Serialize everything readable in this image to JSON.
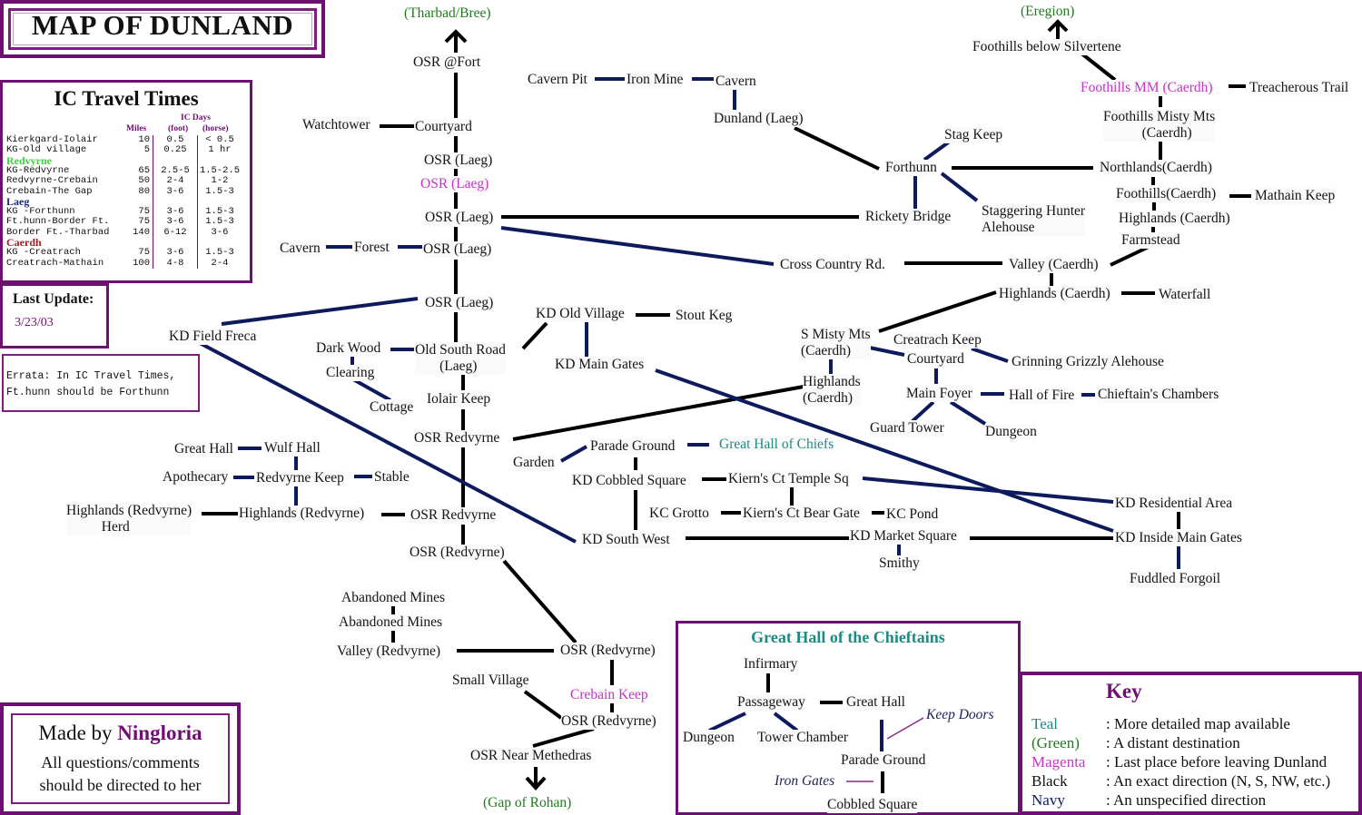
{
  "title": "MAP OF DUNLAND",
  "travel_times": {
    "heading": "IC Travel Times",
    "col_ic_days": "IC Days",
    "col_miles": "Miles",
    "col_foot": "(foot)",
    "col_horse": "(horse)",
    "rows": [
      {
        "route": "Kierkgard-Iolair",
        "miles": "10",
        "foot": "0.5",
        "horse": "< 0.5"
      },
      {
        "route": "KG-Old village",
        "miles": "5",
        "foot": "0.25",
        "horse": "1 hr"
      },
      {
        "section": "Redvyrne"
      },
      {
        "route": "KG-Redvyrne",
        "miles": "65",
        "foot": "2.5-5",
        "horse": "1.5-2.5"
      },
      {
        "route": "Redvyrne-Crebain",
        "miles": "50",
        "foot": "2-4",
        "horse": "1-2"
      },
      {
        "route": "Crebain-The Gap",
        "miles": "80",
        "foot": "3-6",
        "horse": "1.5-3"
      },
      {
        "section": "Laeg"
      },
      {
        "route": "KG -Forthunn",
        "miles": "75",
        "foot": "3-6",
        "horse": "1.5-3"
      },
      {
        "route": "Ft.hunn-Border Ft.",
        "miles": "75",
        "foot": "3-6",
        "horse": "1.5-3"
      },
      {
        "route": "Border Ft.-Tharbad",
        "miles": "140",
        "foot": "6-12",
        "horse": "3-6"
      },
      {
        "section": "Caerdh"
      },
      {
        "route": "KG -Creatrach",
        "miles": "75",
        "foot": "3-6",
        "horse": "1.5-3"
      },
      {
        "route": "Creatrach-Mathain",
        "miles": "100",
        "foot": "4-8",
        "horse": "2-4"
      }
    ]
  },
  "last_update": {
    "label": "Last Update:",
    "date": "3/23/03"
  },
  "errata": {
    "line1": "Errata: In IC Travel Times,",
    "line2": "Ft.hunn should be Forthunn"
  },
  "made_by": {
    "prefix": "Made by ",
    "author": "Ningloria",
    "line2": "All questions/comments",
    "line3": "should be directed to her"
  },
  "great_hall_inset": {
    "title": "Great Hall of the Chieftains",
    "nodes": {
      "infirmary": "Infirmary",
      "passageway": "Passageway",
      "great_hall": "Great Hall",
      "dungeon": "Dungeon",
      "tower_chamber": "Tower Chamber",
      "keep_doors": "Keep Doors",
      "parade_ground": "Parade Ground",
      "iron_gates": "Iron Gates",
      "cobbled_square": "Cobbled Square"
    }
  },
  "key": {
    "title": "Key",
    "entries": [
      {
        "term": "Teal",
        "desc": ": More detailed map available",
        "color": "#1f8a82"
      },
      {
        "term": "(Green)",
        "desc": ": A distant destination",
        "color": "#1f7a1f"
      },
      {
        "term": "Magenta",
        "desc": ": Last place before leaving Dunland",
        "color": "#c437c4"
      },
      {
        "term": "Black",
        "desc": ": An exact direction (N, S, NW, etc.)",
        "color": "#111111"
      },
      {
        "term": "Navy",
        "desc": ": An unspecified direction",
        "color": "#0d1a5c"
      }
    ]
  },
  "colors": {
    "frame": "#6e0f72",
    "black_line": "#000000",
    "navy_line": "#0d1a5c",
    "teal": "#1f8a82",
    "green": "#1f7a1f",
    "magenta": "#c437c4"
  },
  "map": {
    "tharbad_bree": "(Tharbad/Bree)",
    "osr_fort": "OSR @Fort",
    "watchtower": "Watchtower",
    "courtyard_n": "Courtyard",
    "osr_laeg_1": "OSR (Laeg)",
    "osr_laeg_magenta": "OSR (Laeg)",
    "osr_laeg_2": "OSR (Laeg)",
    "cavern_w": "Cavern",
    "forest": "Forest",
    "osr_laeg_3": "OSR (Laeg)",
    "osr_laeg_4": "OSR (Laeg)",
    "kd_field_freca": "KD Field Freca",
    "cavern_pit": "Cavern Pit",
    "iron_mine": "Iron Mine",
    "cavern_ne": "Cavern",
    "dunland_laeg": "Dunland (Laeg)",
    "stag_keep": "Stag Keep",
    "forthunn": "Forthunn",
    "rickety_bridge": "Rickety Bridge",
    "staggering_hunter": "Staggering Hunter\nAlehouse",
    "cross_country": "Cross Country Rd.",
    "eregion": "(Eregion)",
    "foothills_silvertene": "Foothills below Silvertene",
    "foothills_mm": "Foothills MM (Caerdh)",
    "treacherous_trail": "Treacherous Trail",
    "foothills_misty": "Foothills Misty Mts\n           (Caerdh)",
    "northlands": "Northlands(Caerdh)",
    "foothills_caerdh": "Foothills(Caerdh)",
    "mathain_keep": "Mathain Keep",
    "highlands_caerdh_1": "Highlands (Caerdh)",
    "farmstead": "Farmstead",
    "valley_caerdh": "Valley (Caerdh)",
    "highlands_caerdh_2": "Highlands (Caerdh)",
    "waterfall": "Waterfall",
    "kd_old_village": "KD Old Village",
    "stout_keg": "Stout Keg",
    "kd_main_gates": "KD Main Gates",
    "dark_wood": "Dark Wood",
    "old_south_road": "Old South Road\n       (Laeg)",
    "clearing": "Clearing",
    "cottage": "Cottage",
    "iolair_keep": "Iolair Keep",
    "osr_redvyrne_1": "OSR Redvyrne",
    "s_misty_mts": "S Misty Mts\n(Caerdh)",
    "creatrach_keep": "Creatrach Keep",
    "courtyard_e": "Courtyard",
    "grinning_grizzly": "Grinning Grizzly Alehouse",
    "highlands_caerdh_3": "Highlands\n(Caerdh)",
    "main_foyer": "Main Foyer",
    "hall_of_fire": "Hall of Fire",
    "chieftains_chambers": "Chieftain's Chambers",
    "guard_tower": "Guard Tower",
    "dungeon_e": "Dungeon",
    "great_hall_w": "Great Hall",
    "wulf_hall": "Wulf Hall",
    "apothecary": "Apothecary",
    "redvyrne_keep": "Redvyrne Keep",
    "stable": "Stable",
    "highlands_redvyrne_herd": "Highlands (Redvyrne)\n          Herd",
    "highlands_redvyrne": "Highlands (Redvyrne)",
    "osr_redvyrne_2": "OSR Redvyrne",
    "osr_redvyrne_3": "OSR (Redvyrne)",
    "garden": "Garden",
    "parade_ground": "Parade Ground",
    "great_hall_chiefs": "Great Hall of Chiefs",
    "kd_cobbled_square": "KD Cobbled Square",
    "kierns_temple": "Kiern's Ct Temple Sq",
    "kc_grotto": "KC Grotto",
    "kierns_bear_gate": "Kiern's Ct Bear Gate",
    "kc_pond": "KC Pond",
    "kd_south_west": "KD South West",
    "kd_market_square": "KD Market Square",
    "smithy": "Smithy",
    "kd_residential": "KD Residential Area",
    "kd_inside_main_gates": "KD Inside Main Gates",
    "fuddled_forgoil": "Fuddled Forgoil",
    "abandoned_mines_1": "Abandoned Mines",
    "abandoned_mines_2": "Abandoned Mines",
    "valley_redvyrne": "Valley (Redvyrne)",
    "osr_redvyrne_4": "OSR (Redvyrne)",
    "small_village": "Small Village",
    "crebain_keep": "Crebain Keep",
    "osr_redvyrne_5": "OSR (Redvyrne)",
    "osr_near_methedras": "OSR Near Methedras",
    "gap_of_rohan": "(Gap of Rohan)"
  }
}
